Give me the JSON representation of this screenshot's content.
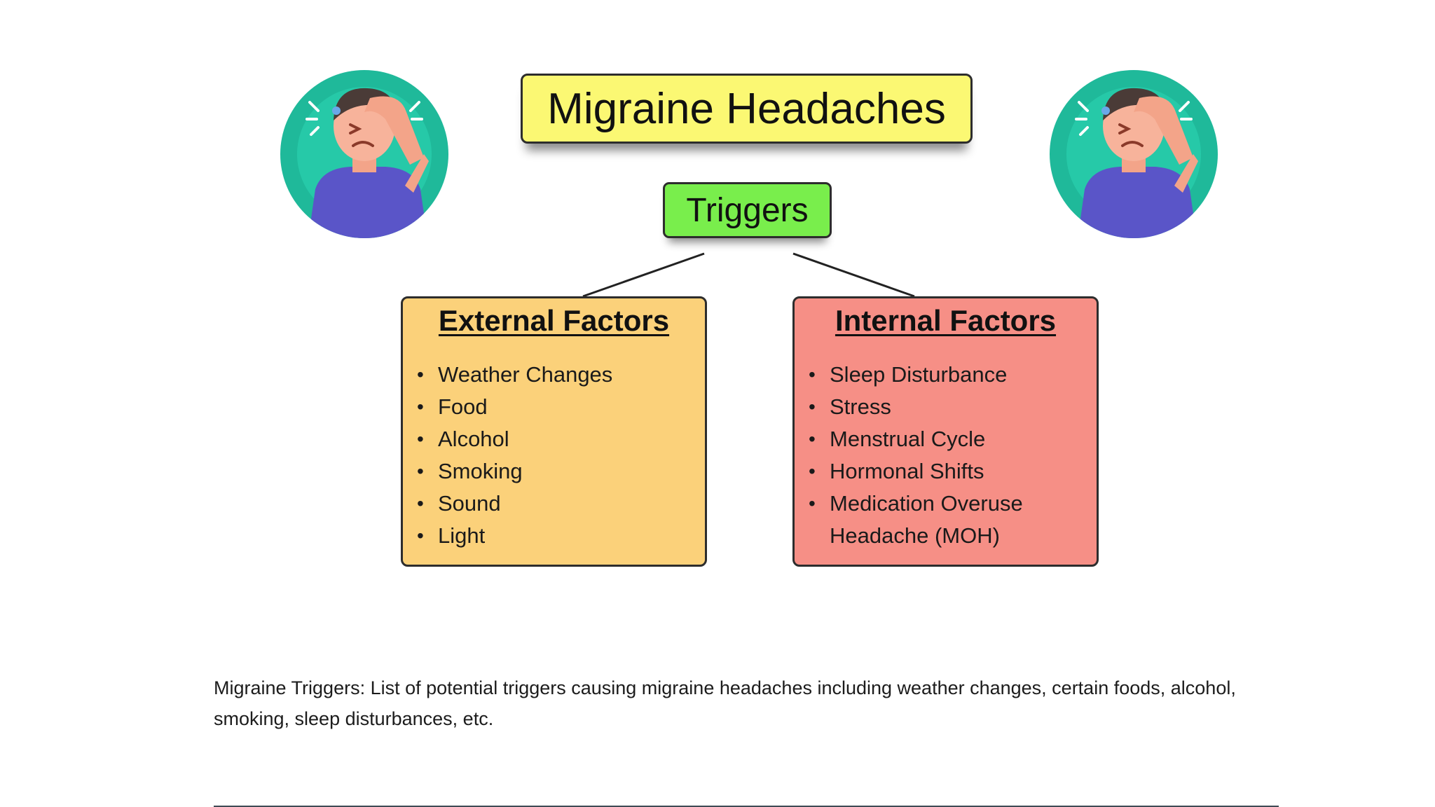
{
  "title": "Migraine Headaches",
  "subtitle": "Triggers",
  "external": {
    "heading": "External Factors",
    "items": [
      "Weather Changes",
      "Food",
      "Alcohol",
      "Smoking",
      "Sound",
      "Light"
    ]
  },
  "internal": {
    "heading": "Internal Factors",
    "items": [
      "Sleep Disturbance",
      "Stress",
      "Menstrual Cycle",
      "Hormonal Shifts",
      "Medication Overuse Headache (MOH)"
    ]
  },
  "caption": "Migraine Triggers: List of potential triggers causing migraine headaches including weather changes, certain foods, alcohol, smoking, sleep disturbances, etc.",
  "icons": {
    "left": "headache-person-icon",
    "right": "headache-person-icon"
  },
  "colors": {
    "title_box": "#fbf873",
    "trigger_box": "#79ee4c",
    "external_box": "#fbd17a",
    "internal_box": "#f68f86",
    "avatar_ring": "#1fb99a",
    "shirt": "#5a55c8"
  }
}
